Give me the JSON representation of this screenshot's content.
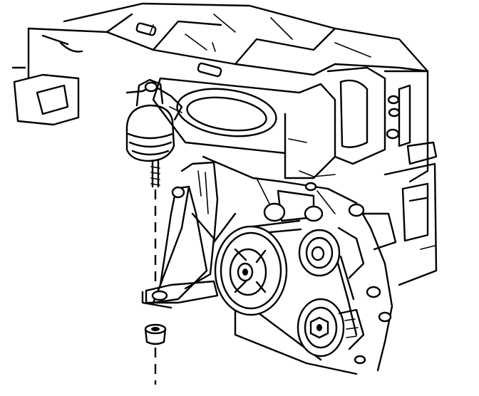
{
  "figure": {
    "kind": "technical-line-drawing",
    "components": [
      "engine-block",
      "intake-manifold",
      "engine-mount",
      "mount-stud",
      "mount-nut",
      "mount-bracket",
      "crankshaft-pulley",
      "idler-pulley",
      "tensioner-pulley",
      "drive-belt",
      "frame-rail-bracket"
    ],
    "colors": {
      "line": "#000000",
      "background": "#ffffff"
    }
  }
}
